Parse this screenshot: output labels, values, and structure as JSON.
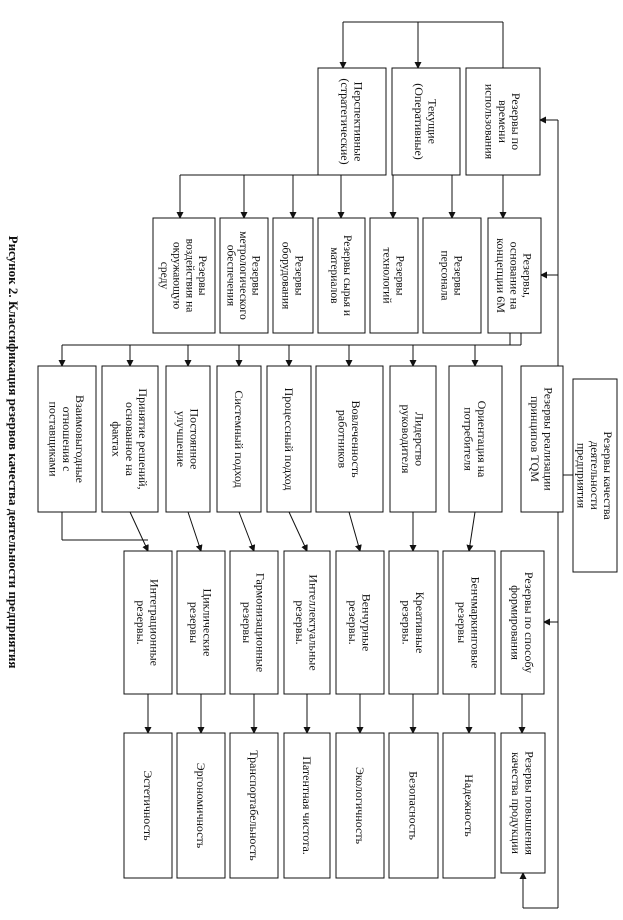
{
  "caption": "Рисунок 2. Классификация резервов качества деятельности предприятия",
  "root": "Резервы качества деятельности предприятия",
  "columns": [
    {
      "id": "time",
      "title": "Резервы по времени использования",
      "subgroups": [
        "Текущие (Оперативные)",
        "Перспективные (стратегические)"
      ]
    },
    {
      "id": "6m",
      "title": "Резервы, основание на концепции 6М",
      "items": [
        "Резервы персонала",
        "Резервы технологий",
        "Резервы сырья и материалов",
        "Резервы оборудования",
        "Резервы метрологического обеспечения",
        "Резервы воздействия на окружающую среду"
      ]
    },
    {
      "id": "tqm",
      "title": "Резервы реализации принципов TQM",
      "items": [
        "Ориентация на потребителя",
        "Лидерство руководителя",
        "Вовлеченность работников",
        "Процессный подход",
        "Системный подход",
        "Постоянное улучшение",
        "Принятие решений, основанное на фактах",
        "Взаимовыгодные отношения с поставщиками"
      ]
    },
    {
      "id": "method",
      "title": "Резервы по способу формирования",
      "items": [
        "Бенчмаркинговые резервы",
        "Креативные резервы.",
        "Венчурные резервы.",
        "Интеллектуальные резервы.",
        "Гармонизационные резервы",
        "Циклические резервы",
        "Интеграционные резервы."
      ]
    },
    {
      "id": "product",
      "title": "Резервы повышения качества продукции",
      "items": [
        "Надежность",
        "Безопасность",
        "Экологичность",
        "Патентная чистота.",
        "Транспортабельность",
        "Эргономичность",
        "Эстетичность"
      ]
    }
  ]
}
